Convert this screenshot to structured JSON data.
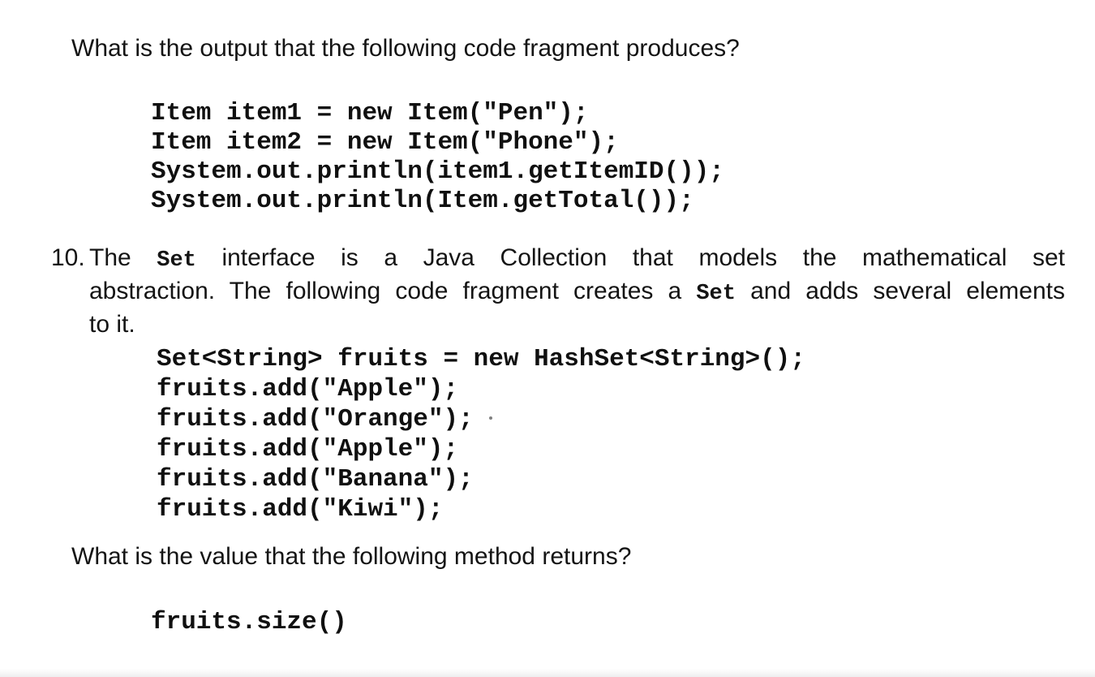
{
  "document": {
    "q9_prompt": "What is the output that the following code fragment produces?",
    "code_block_1": [
      "Item item1 = new Item(\"Pen\");",
      "Item item2 = new Item(\"Phone\");",
      "System.out.println(item1.getItemID());",
      "System.out.println(Item.getTotal());"
    ],
    "q10": {
      "number": "10.",
      "line1_a": "The ",
      "line1_set": "Set",
      "line1_b": " interface is a Java Collection that models the mathematical set",
      "line2_a": "abstraction. The following code fragment creates a ",
      "line2_set": "Set",
      "line2_b": " and adds several elements",
      "line3": "to it."
    },
    "code_block_2": [
      "Set<String> fruits = new HashSet<String>();",
      "fruits.add(\"Apple\");",
      "fruits.add(\"Orange\");",
      "fruits.add(\"Apple\");",
      "fruits.add(\"Banana\");",
      "fruits.add(\"Kiwi\");"
    ],
    "q10_prompt": "What is the value that the following method returns?",
    "code_block_3": [
      "fruits.size()"
    ]
  }
}
